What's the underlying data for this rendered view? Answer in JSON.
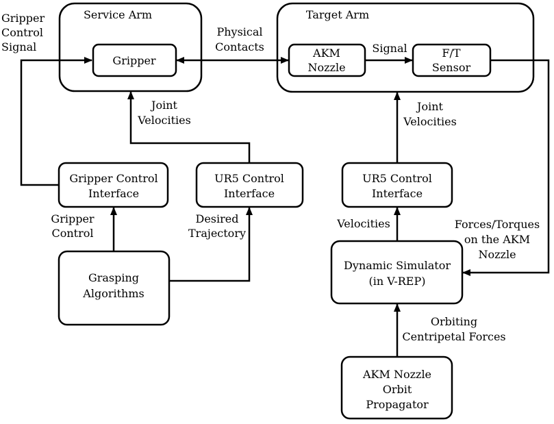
{
  "groups": {
    "service_arm": "Service Arm",
    "target_arm": "Target Arm"
  },
  "blocks": {
    "gripper": [
      "Gripper"
    ],
    "akm_nozzle": [
      "AKM",
      "Nozzle"
    ],
    "ft_sensor": [
      "F/T",
      "Sensor"
    ],
    "gripper_control_interface": [
      "Gripper Control",
      "Interface"
    ],
    "ur5_left": [
      "UR5 Control",
      "Interface"
    ],
    "ur5_right": [
      "UR5 Control",
      "Interface"
    ],
    "dynamic_simulator": [
      "Dynamic Simulator",
      "(in V-REP)"
    ],
    "grasping_algorithms": [
      "Grasping",
      "Algorithms"
    ],
    "orbit_propagator": [
      "AKM Nozzle",
      "Orbit",
      "Propagator"
    ]
  },
  "edge_labels": {
    "gripper_control_signal": [
      "Gripper",
      "Control",
      "Signal"
    ],
    "physical_contacts": [
      "Physical",
      "Contacts"
    ],
    "signal": [
      "Signal"
    ],
    "joint_velocities_left": [
      "Joint",
      "Velocities"
    ],
    "joint_velocities_right": [
      "Joint",
      "Velocities"
    ],
    "gripper_control": [
      "Gripper",
      "Control"
    ],
    "desired_trajectory": [
      "Desired",
      "Trajectory"
    ],
    "velocities": [
      "Velocities"
    ],
    "forces_torques": [
      "Forces/Torques",
      "on the AKM",
      "Nozzle"
    ],
    "orbiting_forces": [
      "Orbiting",
      "Centripetal Forces"
    ]
  }
}
